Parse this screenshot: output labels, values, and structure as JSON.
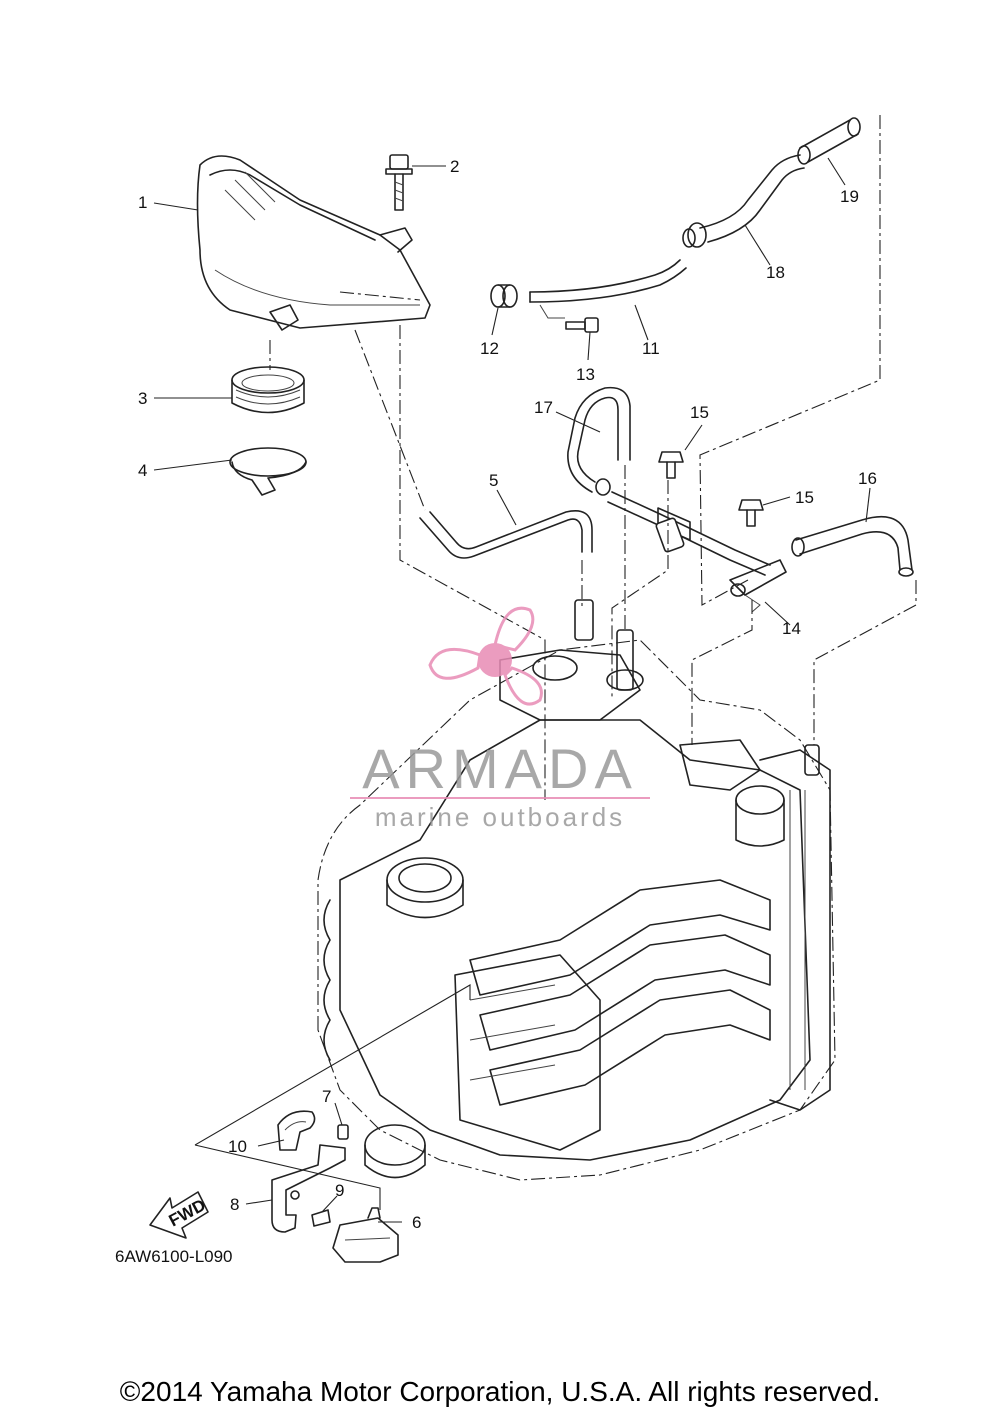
{
  "diagram": {
    "drawing_code": "6AW6100-L090",
    "fwd_label": "FWD",
    "callouts": [
      {
        "id": "1",
        "label": "1"
      },
      {
        "id": "2",
        "label": "2"
      },
      {
        "id": "3",
        "label": "3"
      },
      {
        "id": "4",
        "label": "4"
      },
      {
        "id": "5",
        "label": "5"
      },
      {
        "id": "6",
        "label": "6"
      },
      {
        "id": "7",
        "label": "7"
      },
      {
        "id": "8",
        "label": "8"
      },
      {
        "id": "9",
        "label": "9"
      },
      {
        "id": "10",
        "label": "10"
      },
      {
        "id": "11",
        "label": "11"
      },
      {
        "id": "12",
        "label": "12"
      },
      {
        "id": "13",
        "label": "13"
      },
      {
        "id": "14",
        "label": "14"
      },
      {
        "id": "15a",
        "label": "15"
      },
      {
        "id": "15b",
        "label": "15"
      },
      {
        "id": "16",
        "label": "16"
      },
      {
        "id": "17",
        "label": "17"
      },
      {
        "id": "18",
        "label": "18"
      },
      {
        "id": "19",
        "label": "19"
      }
    ]
  },
  "watermark": {
    "brand": "ARMADA",
    "tagline": "marine outboards",
    "color": "#e88bb5"
  },
  "footer": {
    "copyright": "©2014 Yamaha Motor Corporation, U.S.A. All rights reserved."
  }
}
